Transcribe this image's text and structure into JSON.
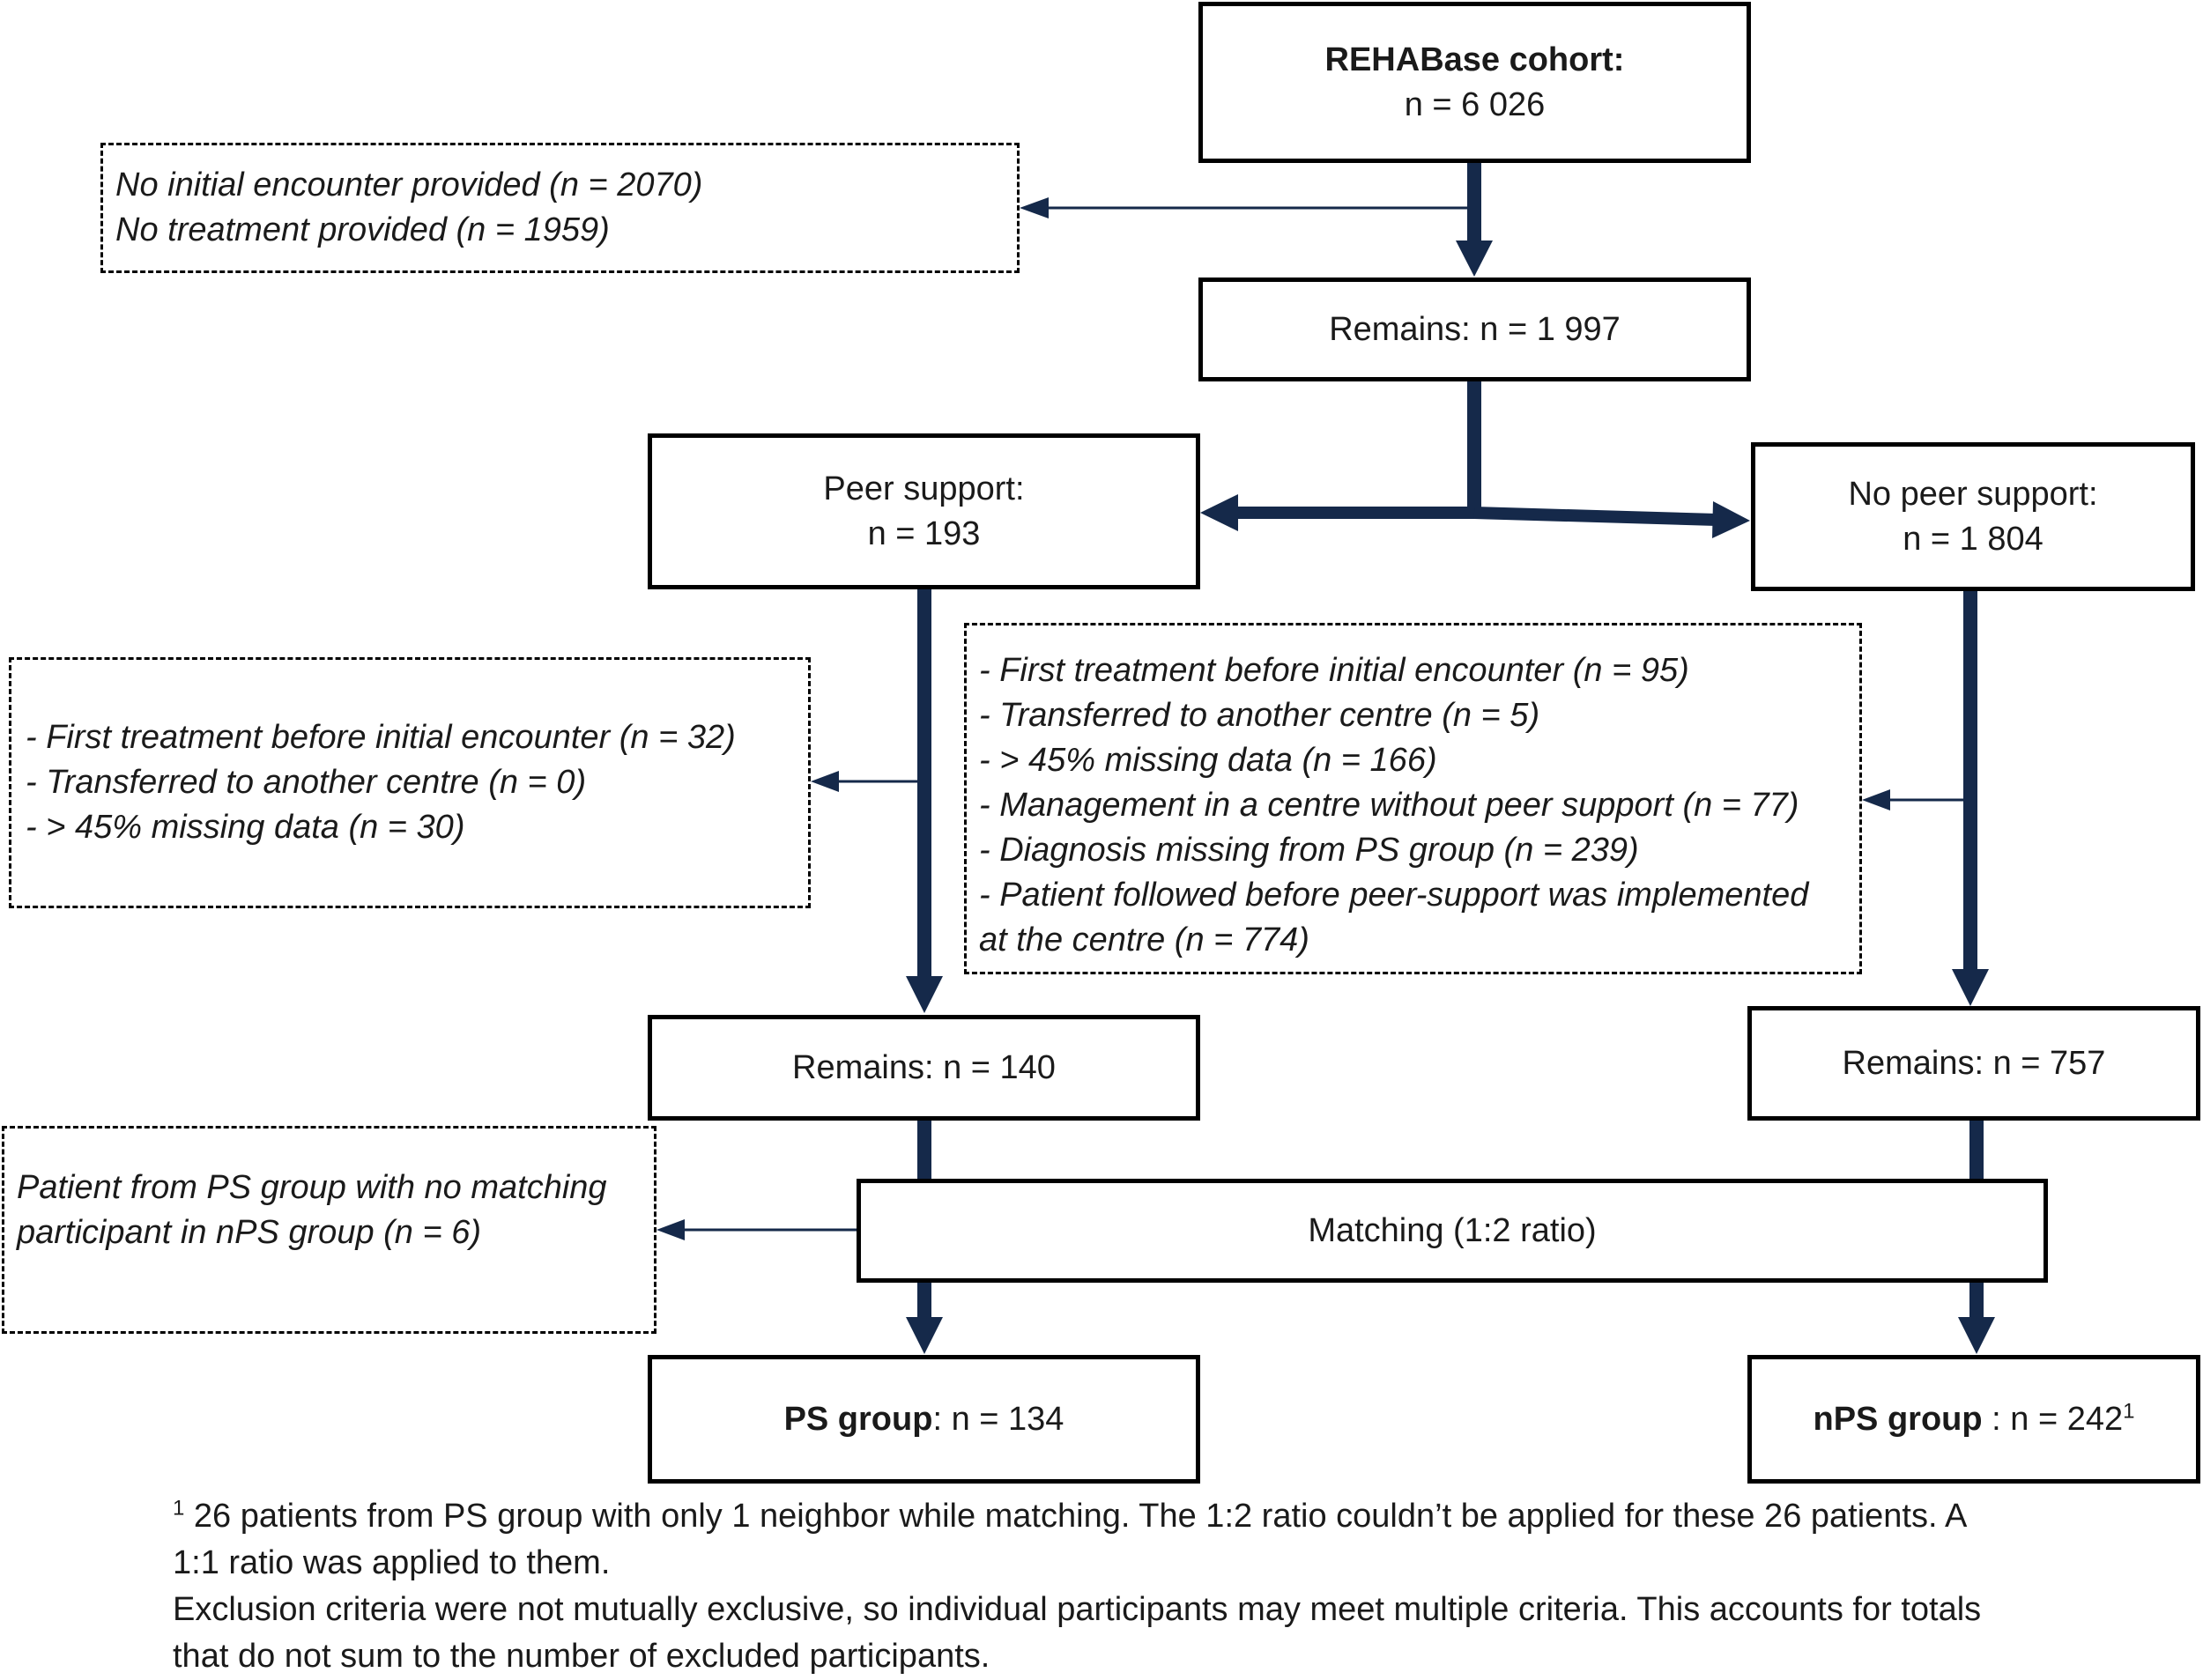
{
  "nodes": {
    "cohort": {
      "title": "REHABase cohort:",
      "count": "n = 6 026"
    },
    "remains_all": {
      "text": "Remains: n = 1 997"
    },
    "peer_support": {
      "label": "Peer support:",
      "count": "n = 193"
    },
    "no_peer_support": {
      "label": "No peer support:",
      "count": "n = 1 804"
    },
    "remains_ps": {
      "text": "Remains: n = 140"
    },
    "remains_nps": {
      "text": "Remains: n = 757"
    },
    "matching": {
      "text": "Matching (1:2 ratio)"
    },
    "ps_group": {
      "bold": "PS group",
      "rest": ": n = 134"
    },
    "nps_group": {
      "bold": "nPS group",
      "rest": " : n = 242",
      "sup": "1"
    }
  },
  "exclusions": {
    "initial": [
      "No initial encounter provided (n = 2070)",
      "No treatment provided (n = 1959)"
    ],
    "peer_support": [
      "- First treatment before initial encounter (n = 32)",
      "- Transferred to another centre (n = 0)",
      "- > 45% missing data (n = 30)"
    ],
    "no_peer_support": [
      "- First treatment before initial encounter (n = 95)",
      "- Transferred to another centre (n = 5)",
      "- > 45% missing data (n = 166)",
      "- Management in a centre without peer support (n = 77)",
      "- Diagnosis missing from PS group (n = 239)",
      "- Patient followed  before peer-support was implemented",
      "at the centre (n = 774)"
    ],
    "matching": [
      "Patient from PS group with no matching",
      "participant in nPS group (n = 6)"
    ]
  },
  "footnote": {
    "sup": "1",
    "lines": [
      " 26 patients from PS group with only 1 neighbor while matching. The 1:2 ratio couldn’t be applied for these 26 patients. A",
      "1:1 ratio was applied to them.",
      "Exclusion criteria were not mutually exclusive, so individual participants may meet multiple criteria. This accounts for totals",
      "that do not sum to the number of excluded participants."
    ]
  },
  "colors": {
    "arrow": "#15294a",
    "border": "#000000",
    "text": "#1a1a1a"
  }
}
